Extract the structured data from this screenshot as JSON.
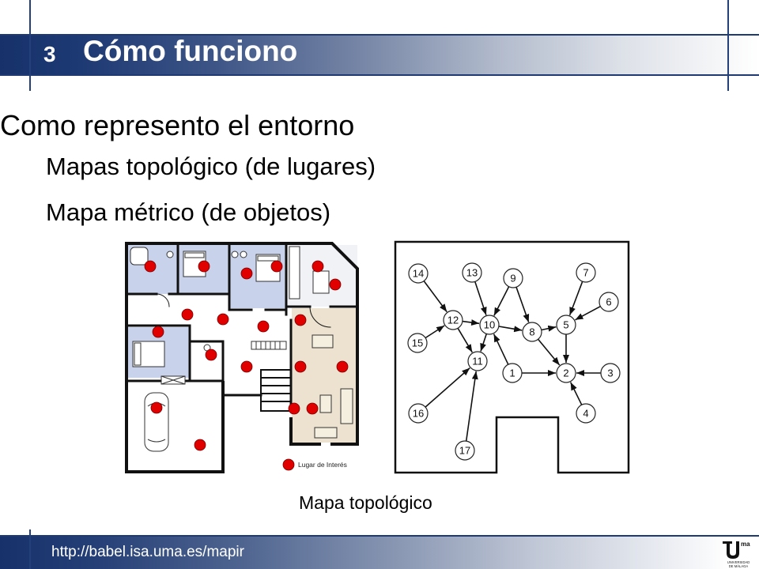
{
  "header": {
    "number": "3",
    "title": "Cómo funciono"
  },
  "body": {
    "heading": "Como represento el entorno",
    "bullets": [
      "Mapas topológico (de lugares)",
      "Mapa métrico (de objetos)"
    ]
  },
  "floor_plan": {
    "legend_label": "Lugar de Interés"
  },
  "topological_map": {
    "caption": "Mapa topológico",
    "nodes": [
      "14",
      "13",
      "9",
      "7",
      "6",
      "12",
      "10",
      "8",
      "5",
      "15",
      "11",
      "1",
      "2",
      "3",
      "16",
      "4",
      "17"
    ],
    "edges": [
      [
        "14",
        "12"
      ],
      [
        "15",
        "12"
      ],
      [
        "12",
        "10"
      ],
      [
        "13",
        "10"
      ],
      [
        "9",
        "10"
      ],
      [
        "9",
        "8"
      ],
      [
        "10",
        "8"
      ],
      [
        "8",
        "5"
      ],
      [
        "7",
        "5"
      ],
      [
        "6",
        "5"
      ],
      [
        "5",
        "2"
      ],
      [
        "8",
        "2"
      ],
      [
        "1",
        "2"
      ],
      [
        "3",
        "2"
      ],
      [
        "4",
        "2"
      ],
      [
        "12",
        "11"
      ],
      [
        "10",
        "11"
      ],
      [
        "1",
        "10"
      ],
      [
        "16",
        "11"
      ],
      [
        "17",
        "11"
      ]
    ]
  },
  "footer": {
    "url": "http://babel.isa.uma.es/mapir",
    "logo_mark": "ma",
    "logo_lines": [
      "UNIVERSIDAD",
      "DE MÁLAGA"
    ]
  },
  "colors": {
    "brand_navy": "#1f3a73",
    "marker_red": "#e10000",
    "room_blue": "#c8d2ea",
    "room_beige": "#ece2cf"
  }
}
